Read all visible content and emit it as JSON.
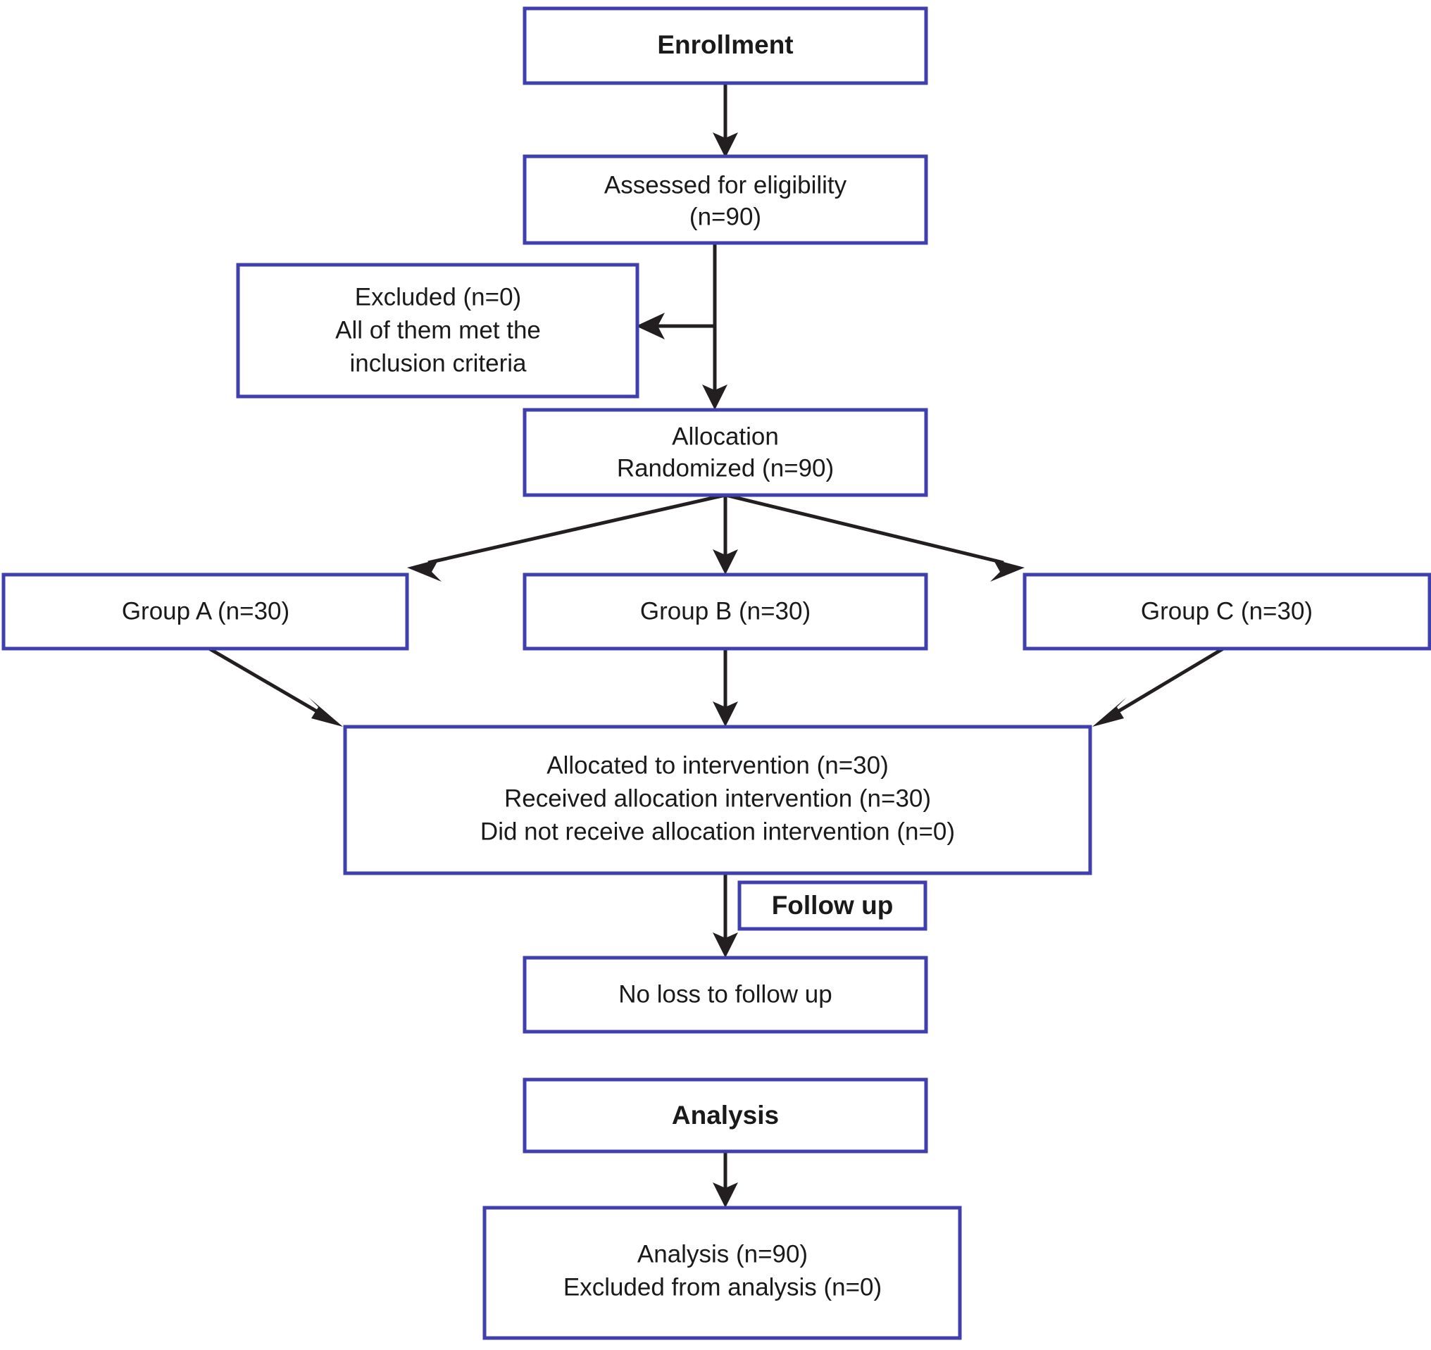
{
  "diagram": {
    "title": "CONSORT participant flow diagram",
    "colors": {
      "box_border": "#3f3fae",
      "box_fill": "#ffffff",
      "text": "#1a1a1a",
      "arrow": "#231f20",
      "background": "#ffffff"
    },
    "stages": {
      "enrollment": "Enrollment",
      "allocation": "Allocation",
      "follow_up": "Follow up",
      "analysis": "Analysis"
    },
    "nodes": {
      "enrollment_header": {
        "lines": [
          "Enrollment"
        ],
        "bold": true
      },
      "assessed": {
        "lines": [
          "Assessed for eligibility",
          "(n=90)"
        ],
        "bold": false
      },
      "excluded": {
        "lines": [
          "Excluded (n=0)",
          "All of them met the",
          "inclusion criteria"
        ],
        "bold": false
      },
      "allocation": {
        "lines": [
          "Allocation",
          "Randomized (n=90)"
        ],
        "bold": false
      },
      "group_a": {
        "lines": [
          "Group A (n=30)"
        ],
        "bold": false
      },
      "group_b": {
        "lines": [
          "Group B (n=30)"
        ],
        "bold": false
      },
      "group_c": {
        "lines": [
          "Group C (n=30)"
        ],
        "bold": false
      },
      "intervention": {
        "lines": [
          "Allocated to intervention (n=30)",
          "Received allocation intervention (n=30)",
          "Did not receive allocation intervention (n=0)"
        ],
        "bold": false
      },
      "follow_up_header": {
        "lines": [
          "Follow up"
        ],
        "bold": true
      },
      "no_loss": {
        "lines": [
          "No loss to follow up"
        ],
        "bold": false
      },
      "analysis_header": {
        "lines": [
          "Analysis"
        ],
        "bold": true
      },
      "analysis_result": {
        "lines": [
          "Analysis (n=90)",
          "Excluded from analysis (n=0)"
        ],
        "bold": false
      }
    },
    "counts": {
      "assessed_for_eligibility": 90,
      "excluded": 0,
      "randomized": 90,
      "group_a": 30,
      "group_b": 30,
      "group_c": 30,
      "allocated_to_intervention": 30,
      "received_allocation_intervention": 30,
      "did_not_receive_allocation_intervention": 0,
      "lost_to_follow_up": 0,
      "analyzed": 90,
      "excluded_from_analysis": 0
    }
  }
}
